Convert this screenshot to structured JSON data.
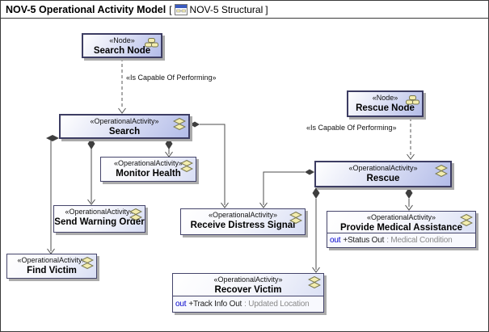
{
  "frame": {
    "title": "NOV-5 Operational Activity Model",
    "bracket_open": "[",
    "diagram_ref": "NOV-5 Structural",
    "bracket_close": "]"
  },
  "colors": {
    "box_border": "#45456b",
    "box_fill_strong": "#b3bce8",
    "box_fill_light": "#d8def4",
    "connector": "#4d4d4d",
    "attribute_direction": "#0000cc",
    "attribute_type_gray": "#8a8a8a",
    "icon_yellow": "#f3edae",
    "shadow": "#ababab"
  },
  "icons": {
    "diagram": "nov-diagram-icon",
    "node": "node-cubes-icon",
    "operational_activity": "double-diamond-icon"
  },
  "nodes": {
    "search_node": {
      "stereotype": "«Node»",
      "name": "Search Node"
    },
    "rescue_node": {
      "stereotype": "«Node»",
      "name": "Rescue Node"
    },
    "search": {
      "stereotype": "«OperationalActivity»",
      "name": "Search"
    },
    "monitor_health": {
      "stereotype": "«OperationalActivity»",
      "name": "Monitor Health"
    },
    "send_warning_order": {
      "stereotype": "«OperationalActivity»",
      "name": "Send Warning Order"
    },
    "find_victim": {
      "stereotype": "«OperationalActivity»",
      "name": "Find Victim"
    },
    "receive_distress_signal": {
      "stereotype": "«OperationalActivity»",
      "name": "Receive Distress Signal"
    },
    "rescue": {
      "stereotype": "«OperationalActivity»",
      "name": "Rescue"
    },
    "provide_medical_assistance": {
      "stereotype": "«OperationalActivity»",
      "name": "Provide Medical Assistance",
      "attribute": {
        "direction": "out",
        "name": "+Status Out",
        "type": ": Medical Condition"
      }
    },
    "recover_victim": {
      "stereotype": "«OperationalActivity»",
      "name": "Recover Victim",
      "attribute": {
        "direction": "out",
        "name": "+Track Info Out",
        "type": ": Updated Location"
      }
    }
  },
  "edges": {
    "search_node_performs": {
      "label": "«Is Capable Of Performing»"
    },
    "rescue_node_performs": {
      "label": "«Is Capable Of Performing»"
    }
  }
}
